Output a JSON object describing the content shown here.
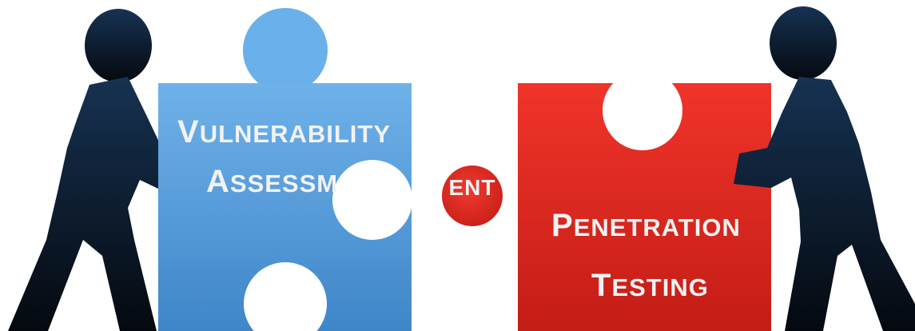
{
  "colors": {
    "blue_piece": "#4f97d6",
    "red_piece": "#dd2b22",
    "figure": "#0d1c2e",
    "label": "#f2f2f2"
  },
  "left_piece": {
    "line1": {
      "cap": "V",
      "rest": "ULNERABILITY"
    },
    "line2": {
      "cap": "A",
      "rest": "SSESSM"
    }
  },
  "tab_piece": {
    "text": "ENT"
  },
  "right_piece": {
    "line1": {
      "cap": "P",
      "rest": "ENETRATION"
    },
    "line2": {
      "cap": "T",
      "rest": "ESTING"
    }
  },
  "figures": {
    "left": "stick-figure-left",
    "right": "stick-figure-right"
  }
}
